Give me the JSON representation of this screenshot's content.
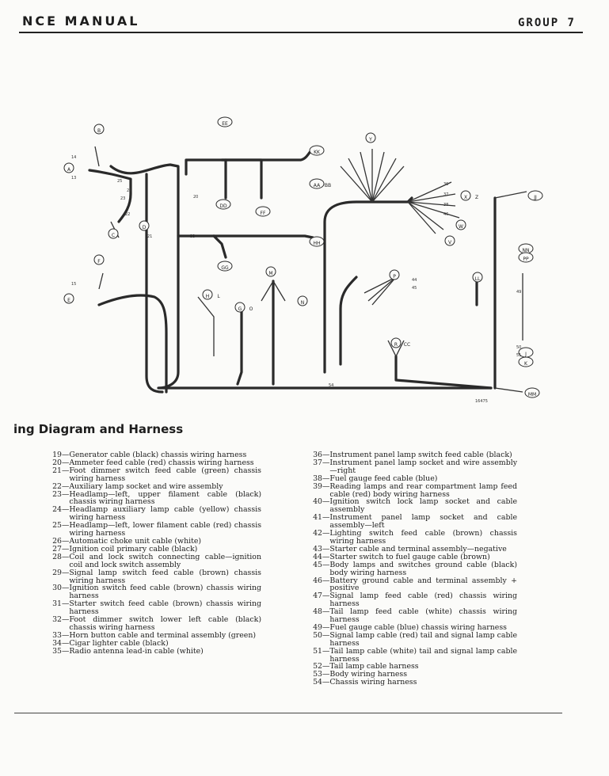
{
  "header": {
    "title": "NCE MANUAL",
    "group": "GROUP 7"
  },
  "diagram": {
    "terminal_labels": [
      "B",
      "A",
      "C",
      "D",
      "E",
      "F",
      "G",
      "H",
      "J",
      "K",
      "L",
      "M",
      "N",
      "O",
      "P",
      "R",
      "V",
      "W",
      "X",
      "Y",
      "Z",
      "AA",
      "BB",
      "CC",
      "DD",
      "EE",
      "FF",
      "GG",
      "HH",
      "JJ",
      "KK",
      "LL",
      "MM",
      "NN",
      "PP"
    ],
    "wire_numbers": [
      "14",
      "13",
      "15",
      "33",
      "20",
      "21",
      "22",
      "23",
      "24",
      "25",
      "36",
      "37",
      "38",
      "46",
      "44",
      "45",
      "49",
      "50",
      "51",
      "54",
      "16475"
    ]
  },
  "section": {
    "title": "ing Diagram and Harness"
  },
  "legend": {
    "left": [
      {
        "num": "19",
        "text": "Generator cable (black) chassis wiring harness"
      },
      {
        "num": "20",
        "text": "Ammeter feed cable (red) chassis wiring harness"
      },
      {
        "num": "21",
        "text": "Foot dimmer switch feed cable (green) chassis wiring harness"
      },
      {
        "num": "22",
        "text": "Auxiliary lamp socket and wire assembly"
      },
      {
        "num": "23",
        "text": "Headlamp—left, upper filament cable (black) chassis wiring harness"
      },
      {
        "num": "24",
        "text": "Headlamp auxiliary lamp cable (yellow) chassis wiring harness"
      },
      {
        "num": "25",
        "text": "Headlamp—left, lower filament cable (red) chassis wiring harness"
      },
      {
        "num": "26",
        "text": "Automatic choke unit cable (white)"
      },
      {
        "num": "27",
        "text": "Ignition coil primary cable (black)"
      },
      {
        "num": "28",
        "text": "Coil and lock switch connecting cable—ignition coil and lock switch assembly"
      },
      {
        "num": "29",
        "text": "Signal lamp switch feed cable (brown) chassis wiring harness"
      },
      {
        "num": "30",
        "text": "Ignition switch feed cable (brown) chassis wiring harness"
      },
      {
        "num": "31",
        "text": "Starter switch feed cable (brown) chassis wiring harness"
      },
      {
        "num": "32",
        "text": "Foot dimmer switch lower left cable (black) chassis wiring harness"
      },
      {
        "num": "33",
        "text": "Horn button cable and terminal assembly (green)"
      },
      {
        "num": "34",
        "text": "Cigar lighter cable (black)"
      },
      {
        "num": "35",
        "text": "Radio antenna lead-in cable (white)"
      }
    ],
    "right": [
      {
        "num": "36",
        "text": "Instrument panel lamp switch feed cable (black)"
      },
      {
        "num": "37",
        "text": "Instrument panel lamp socket and wire assembly—right"
      },
      {
        "num": "38",
        "text": "Fuel gauge feed cable (blue)"
      },
      {
        "num": "39",
        "text": "Reading lamps and rear compartment lamp feed cable (red) body wiring harness"
      },
      {
        "num": "40",
        "text": "Ignition switch lock lamp socket and cable assembly"
      },
      {
        "num": "41",
        "text": "Instrument panel lamp socket and cable assembly—left"
      },
      {
        "num": "42",
        "text": "Lighting switch feed cable (brown) chassis wiring harness"
      },
      {
        "num": "43",
        "text": "Starter cable and terminal assembly—negative"
      },
      {
        "num": "44",
        "text": "Starter switch to fuel gauge cable (brown)"
      },
      {
        "num": "45",
        "text": "Body lamps and switches ground cable (black) body wiring harness"
      },
      {
        "num": "46",
        "text": "Battery ground cable and terminal assembly + positive"
      },
      {
        "num": "47",
        "text": "Signal lamp feed cable (red) chassis wiring harness"
      },
      {
        "num": "48",
        "text": "Tail lamp feed cable (white) chassis wiring harness"
      },
      {
        "num": "49",
        "text": "Fuel gauge cable (blue) chassis wiring harness"
      },
      {
        "num": "50",
        "text": "Signal lamp cable (red) tail and signal lamp cable harness"
      },
      {
        "num": "51",
        "text": "Tail lamp cable (white) tail and signal lamp cable harness"
      },
      {
        "num": "52",
        "text": "Tail lamp cable harness"
      },
      {
        "num": "53",
        "text": "Body wiring harness"
      },
      {
        "num": "54",
        "text": "Chassis wiring harness"
      }
    ]
  }
}
